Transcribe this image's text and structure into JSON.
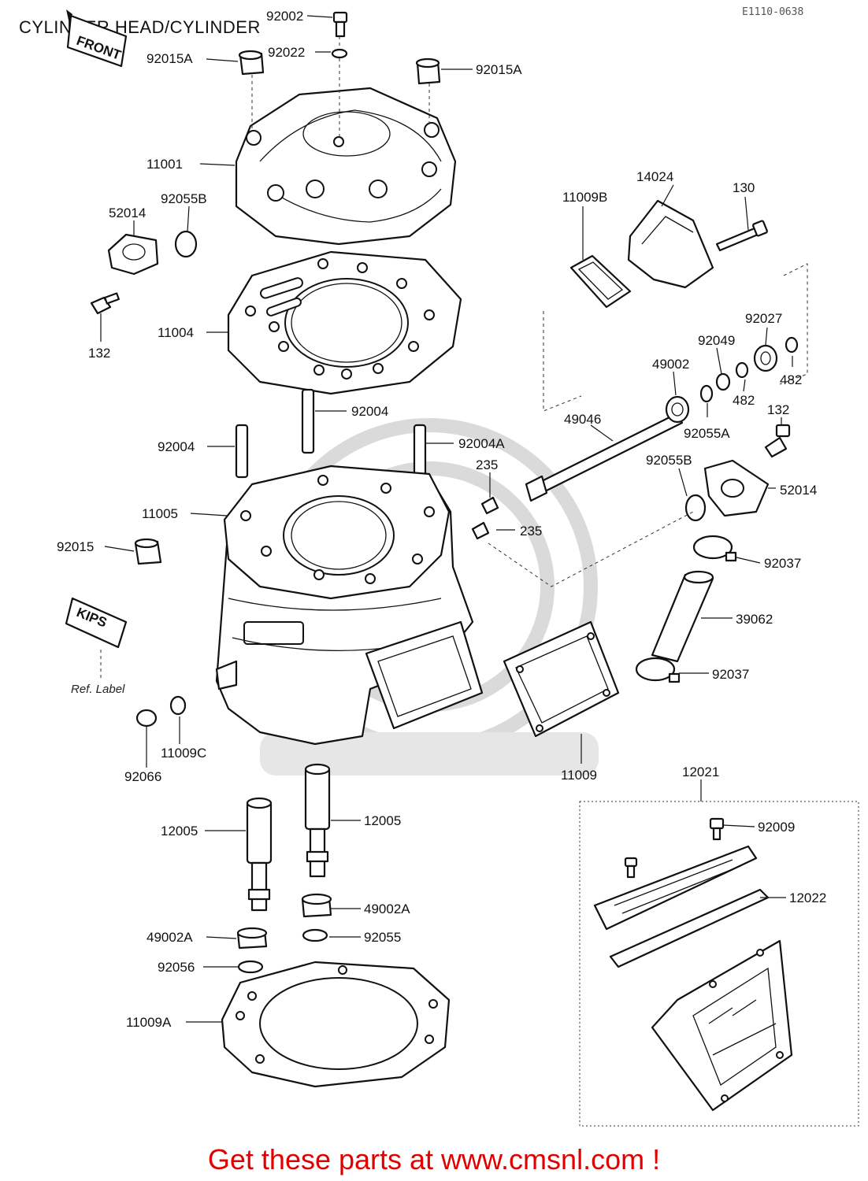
{
  "diagram": {
    "title": "CYLINDER HEAD/CYLINDER",
    "ref_code": "E1110-0638",
    "footer": "Get these parts at www.cmsnl.com !",
    "labels": {
      "front": "FRONT",
      "kips": "KIPS",
      "ref_label": "Ref. Label",
      "p92002": "92002",
      "p92022": "92022",
      "p92015a_left": "92015A",
      "p92015a_right": "92015A",
      "p11001": "11001",
      "p92055b_left": "92055B",
      "p52014_left": "52014",
      "p132_left": "132",
      "p11004": "11004",
      "p14024": "14024",
      "p130": "130",
      "p11009b": "11009B",
      "p92027": "92027",
      "p92049": "92049",
      "p49002": "49002",
      "p482_a": "482",
      "p482_b": "482",
      "p92055a": "92055A",
      "p132_right": "132",
      "p49046": "49046",
      "p92055b_right": "92055B",
      "p52014_right": "52014",
      "p92004_a": "92004",
      "p92004_b": "92004",
      "p92004a": "92004A",
      "p235_a": "235",
      "p235_b": "235",
      "p11005": "11005",
      "p92015": "92015",
      "p92037_a": "92037",
      "p39062": "39062",
      "p92037_b": "92037",
      "p11009c": "11009C",
      "p92066": "92066",
      "p11009": "11009",
      "p12021": "12021",
      "p12005_left": "12005",
      "p12005_right": "12005",
      "p92009": "92009",
      "p12022": "12022",
      "p49002a_right": "49002A",
      "p92055_right": "92055",
      "p49002a_left": "49002A",
      "p92056": "92056",
      "p11009a": "11009A"
    }
  }
}
